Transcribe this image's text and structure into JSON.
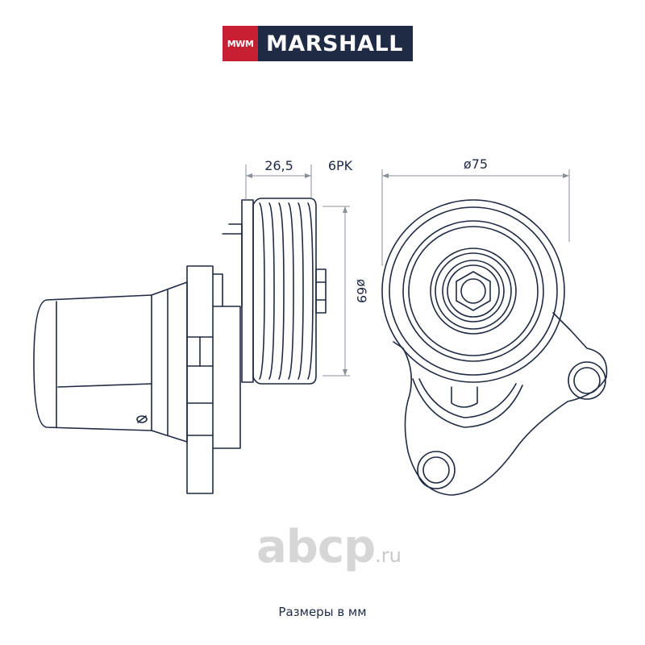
{
  "brand": {
    "mark_text": "MWM",
    "name": "MARSHALL"
  },
  "dimensions": {
    "pulley_width": "26,5",
    "belt_type": "6PK",
    "pulley_diameter": "ø75",
    "groove_diameter": "ø69"
  },
  "watermark": {
    "name": "abcp",
    "tld": ".ru"
  },
  "caption": "Размеры в мм",
  "colors": {
    "line": "#1f2a44",
    "dim_line": "#8a8f9a",
    "brand_red": "#c62032",
    "brand_navy": "#1f2a44",
    "watermark": "#d6d6d6"
  }
}
